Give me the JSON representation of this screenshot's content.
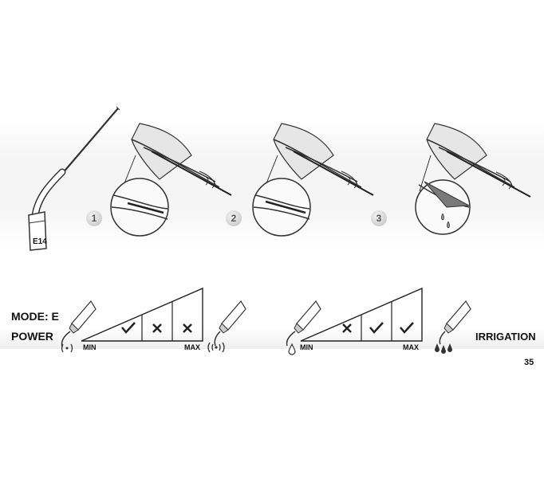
{
  "tip": {
    "label": "E14"
  },
  "steps": [
    {
      "number": "1"
    },
    {
      "number": "2"
    },
    {
      "number": "3"
    }
  ],
  "mode": {
    "label": "MODE: E"
  },
  "power": {
    "label": "POWER",
    "min": "MIN",
    "max": "MAX",
    "levels": [
      "check",
      "cross",
      "cross"
    ]
  },
  "irrigation": {
    "label": "IRRIGATION",
    "min": "MIN",
    "max": "MAX",
    "levels": [
      "cross",
      "check",
      "check"
    ]
  },
  "page": {
    "number": "35"
  }
}
